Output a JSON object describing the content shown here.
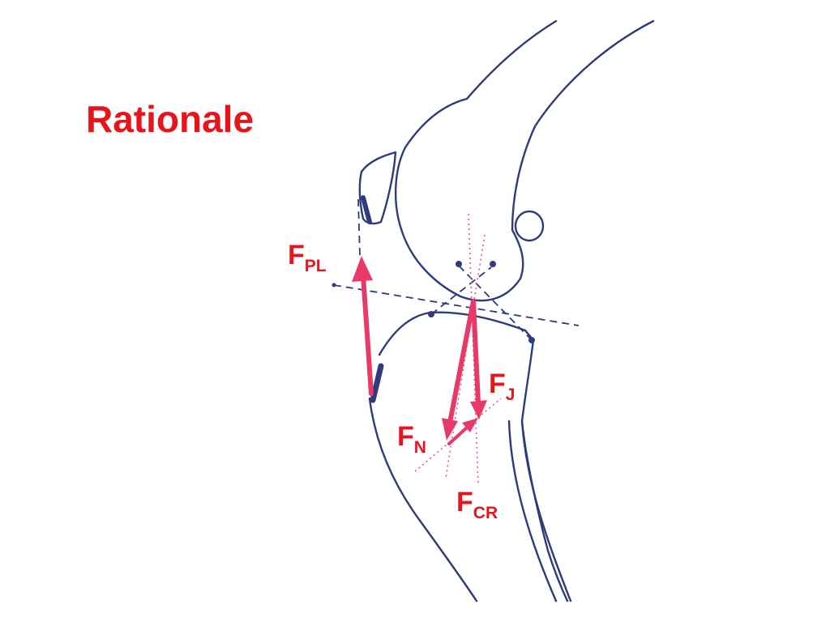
{
  "title": "Rationale",
  "labels": {
    "fpl": {
      "main": "F",
      "sub": "PL"
    },
    "fj": {
      "main": "F",
      "sub": "J"
    },
    "fn": {
      "main": "F",
      "sub": "N"
    },
    "fcr": {
      "main": "F",
      "sub": "CR"
    }
  },
  "colors": {
    "title": "#e8141c",
    "label": "#e8141c",
    "outline": "#2f3b7a",
    "force": "#e83a68",
    "dotted": "#e8558a"
  }
}
